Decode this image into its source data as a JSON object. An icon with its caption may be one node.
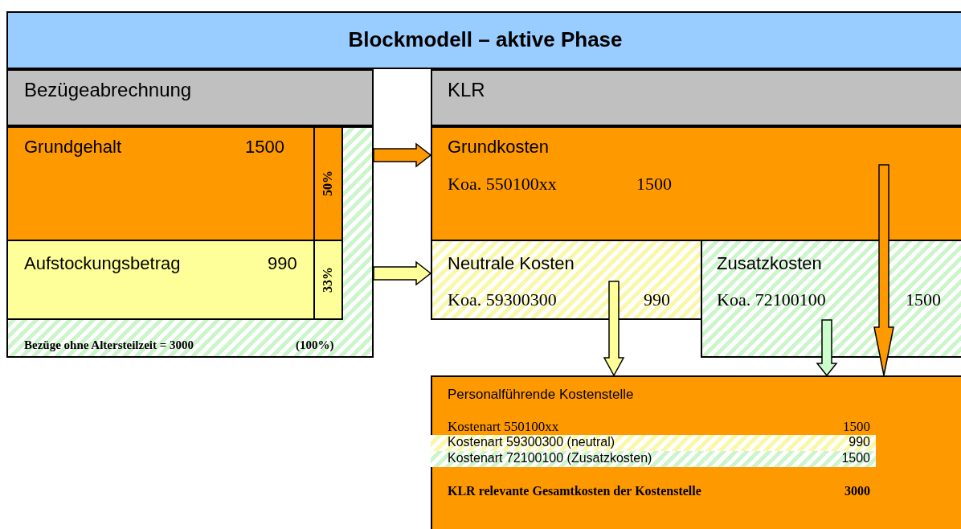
{
  "diagram": {
    "nodes": [
      {
        "text": [
          "Blockmodell – aktive Phase"
        ]
      },
      {
        "text": [
          "Bezügeabrechnung"
        ]
      },
      {
        "text": [
          "Bezüge ohne Altersteilzeit = 3000",
          "(100%)"
        ]
      },
      {
        "text": [
          "Grundgehalt",
          "1500"
        ],
        "in": 2
      },
      {
        "text": [
          "50%"
        ],
        "in": 2
      },
      {
        "text": [
          "Aufstockungsbetrag",
          "990"
        ],
        "in": 2
      },
      {
        "text": [
          "33%"
        ],
        "in": 2
      },
      {
        "text": [
          "KLR"
        ]
      },
      {
        "text": [
          "Grundkosten",
          "Koa. 550100xx",
          "1500"
        ]
      },
      {
        "text": [
          "Neutrale Kosten",
          "Koa. 59300300",
          "990"
        ]
      },
      {
        "text": [
          "Zusatzkosten",
          "Koa. 72100100",
          "1500"
        ]
      },
      {
        "text": [
          "Personalführende Kostenstelle",
          "Kostenart 550100xx",
          "1500",
          "Kostenart 59300300 (neutral)",
          "990",
          "Kostenart 72100100 (Zusatzkosten)",
          "1500",
          "KLR relevante Gesamtkosten der Kostenstelle",
          "3000"
        ]
      }
    ],
    "edges": [
      {
        "from": 2,
        "to": 8,
        "arrow": "to",
        "style": "thick",
        "color": "#ff9900"
      },
      {
        "from": 2,
        "to": 9,
        "arrow": "to",
        "style": "thick",
        "color": "#ffff99"
      },
      {
        "from": 9,
        "to": 11,
        "arrow": "to",
        "style": "thick",
        "color": "#ffff99"
      },
      {
        "from": 10,
        "to": 11,
        "arrow": "to",
        "style": "thick",
        "color": "#ccffcc"
      },
      {
        "from": 8,
        "to": 11,
        "arrow": "to",
        "style": "thick",
        "color": "#ff9900"
      }
    ]
  }
}
